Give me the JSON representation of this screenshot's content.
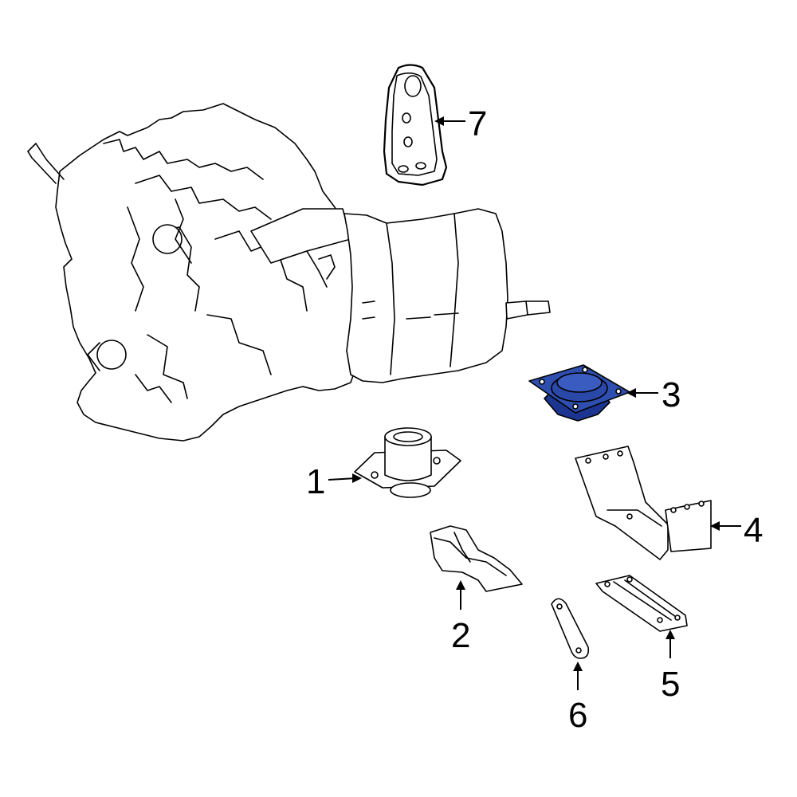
{
  "diagram": {
    "highlight_color": "#2f4fb0",
    "highlight_dark": "#1c3590",
    "callouts": [
      {
        "id": "1",
        "label": "1"
      },
      {
        "id": "2",
        "label": "2"
      },
      {
        "id": "3",
        "label": "3",
        "highlighted": true
      },
      {
        "id": "4",
        "label": "4"
      },
      {
        "id": "5",
        "label": "5"
      },
      {
        "id": "6",
        "label": "6"
      },
      {
        "id": "7",
        "label": "7"
      }
    ]
  }
}
